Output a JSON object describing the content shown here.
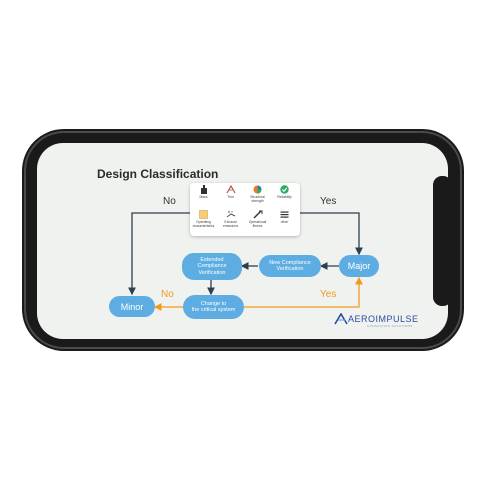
{
  "title": "Design Classification",
  "labels": {
    "no_top": "No",
    "yes_top": "Yes",
    "no_bottom": "No",
    "yes_bottom": "Yes"
  },
  "nodes": {
    "major": "Major",
    "minor": "Minor",
    "new_compliance": "New Compliance\nVerification",
    "extended_compliance": "Extended\nCompliance\nVerification",
    "change_critical": "Change to\nthe critical system"
  },
  "criteria": [
    {
      "icon": "weight-icon",
      "label": "Mass"
    },
    {
      "icon": "trim-icon",
      "label": "Trim"
    },
    {
      "icon": "structural-strength-icon",
      "label": "Structural\nstrength"
    },
    {
      "icon": "reliability-icon",
      "label": "Reliability"
    },
    {
      "icon": "operating-characteristics-icon",
      "label": "Operating\ncharacteristics"
    },
    {
      "icon": "exhaust-emissions-icon",
      "label": "Exhaust\nemissions"
    },
    {
      "icon": "operational-fitness-icon",
      "label": "Operational\nfitness"
    },
    {
      "icon": "other-icon",
      "label": "other"
    }
  ],
  "logo": {
    "name": "AEROIMPULSE",
    "tagline": "CONSULTING SOLUTIONS"
  },
  "colors": {
    "node": "#5dade2",
    "arrow_dark": "#2d3e50",
    "arrow_orange": "#f39a1e"
  }
}
